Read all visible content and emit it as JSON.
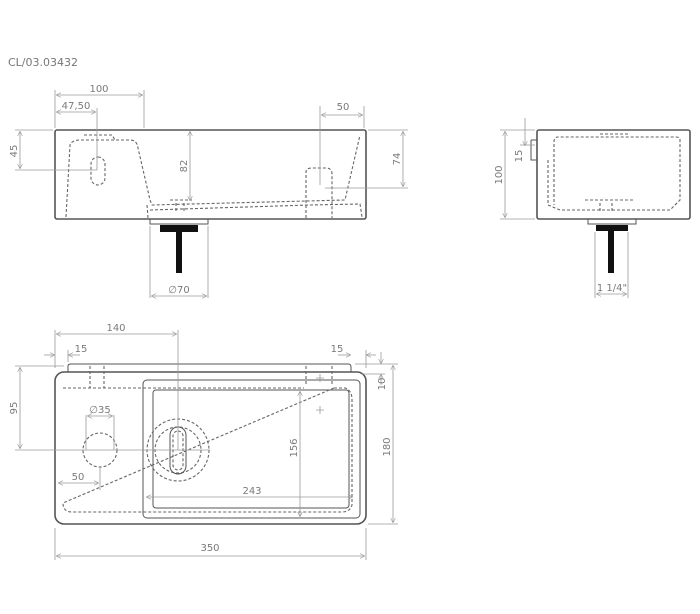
{
  "title": "CL/03.03432",
  "front_view": {
    "dim_width_100": "100",
    "dim_47_50": "47,50",
    "dim_45": "45",
    "dim_82": "82",
    "dim_50": "50",
    "dim_74": "74",
    "dim_drain": "∅70"
  },
  "side_view": {
    "dim_100": "100",
    "dim_15": "15",
    "dim_drain": "1 1/4\""
  },
  "plan_view": {
    "dim_140": "140",
    "dim_15_left": "15",
    "dim_15_right": "15",
    "dim_95": "95",
    "dim_10": "10",
    "dim_180": "180",
    "dim_35": "∅35",
    "dim_50": "50",
    "dim_156": "156",
    "dim_243": "243",
    "dim_350": "350"
  }
}
